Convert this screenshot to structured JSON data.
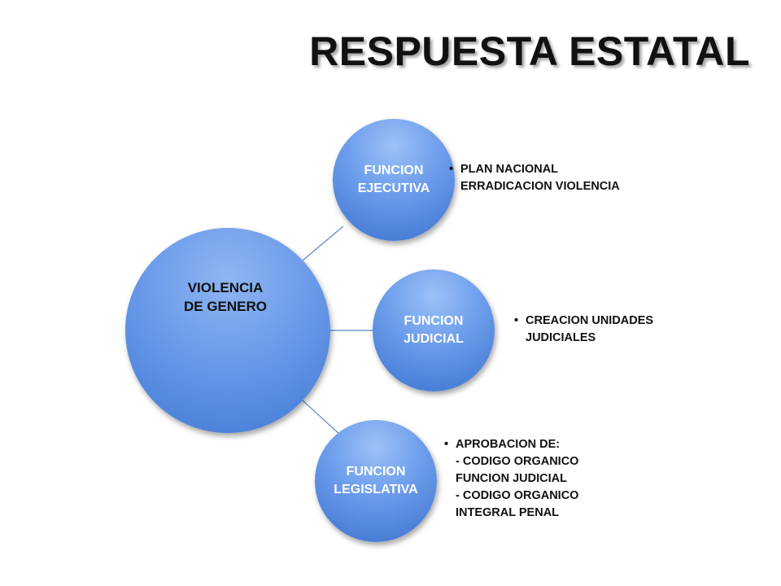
{
  "title": "RESPUESTA ESTATAL",
  "center_node": {
    "label": "VIOLENCIA\nDE GENERO"
  },
  "branches": [
    {
      "label": "FUNCION\nEJECUTIVA",
      "bullet": "PLAN NACIONAL\nERRADICACION VIOLENCIA"
    },
    {
      "label": "FUNCION\nJUDICIAL",
      "bullet": "CREACION UNIDADES\nJUDICIALES"
    },
    {
      "label": "FUNCION\nLEGISLATIVA",
      "bullet": "APROBACION DE:\n- CODIGO ORGANICO\nFUNCION JUDICIAL\n- CODIGO ORGANICO\nINTEGRAL PENAL"
    }
  ],
  "colors": {
    "circle_fill": "#6b9ae9",
    "connector": "#5a86c9",
    "text_dark": "#111111",
    "text_light": "#ffffff"
  }
}
